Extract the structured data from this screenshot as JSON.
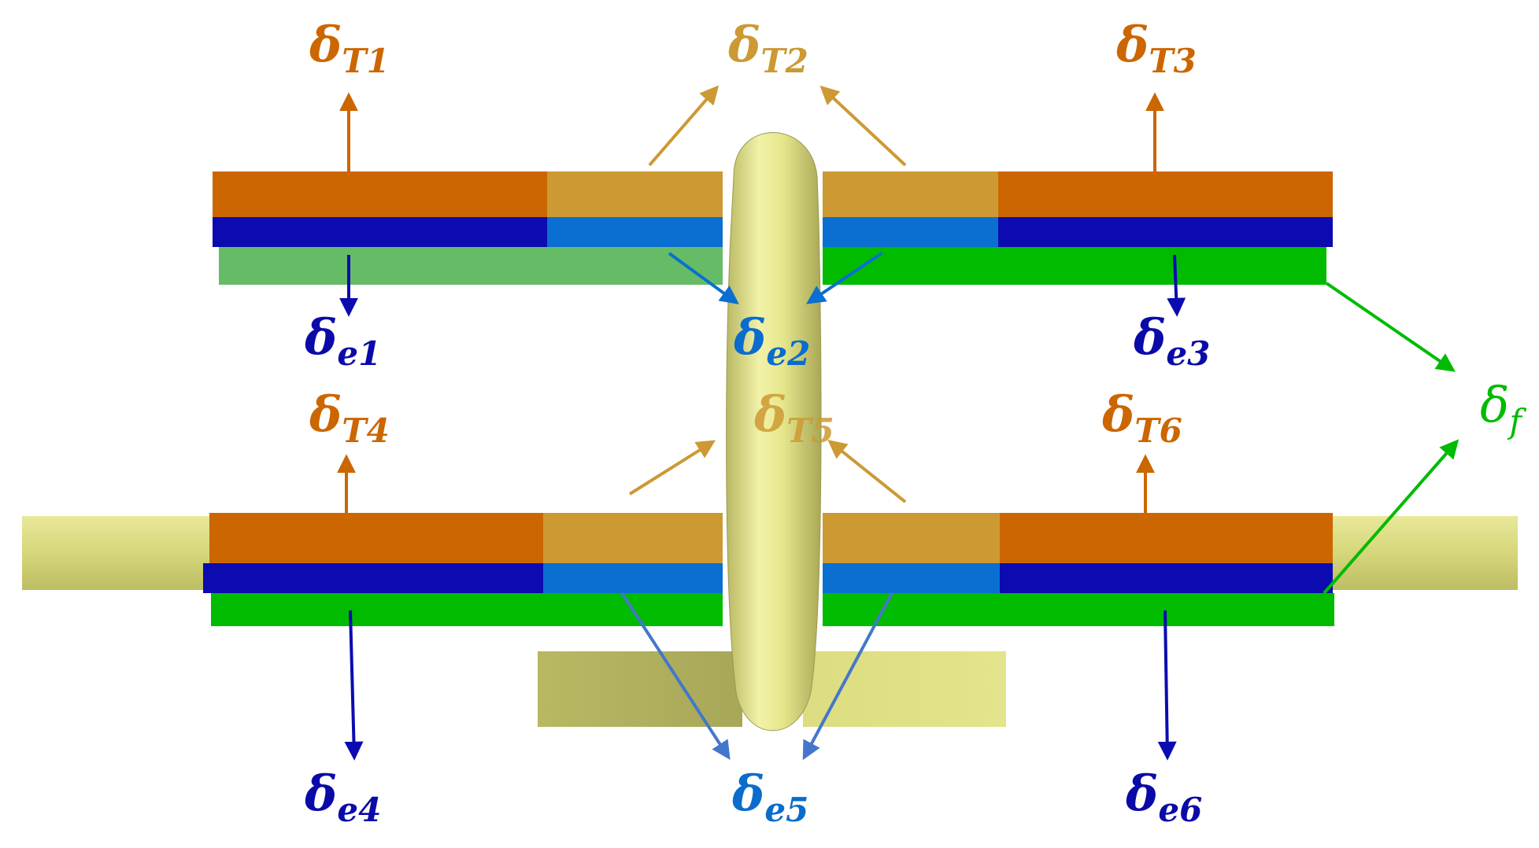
{
  "colors": {
    "throttle_outer": "#CC6600",
    "throttle_inner": "#CC9933",
    "elevator_outer": "#0B0BB0",
    "elevator_inner": "#0A6FD0",
    "flap_bright": "#00BB00",
    "flap_pale": "#66BB66",
    "fuselage": "#E6E68A",
    "fuselage_shade": "#B8B866",
    "boom": "#D6D67A",
    "arrow_elevator_inner": "#4477CC",
    "label_elevator_outer": "#0A0AA8",
    "label_elevator_inner": "#0A6CCC"
  },
  "labels": {
    "T1": {
      "delta": "δ",
      "sub": "T1"
    },
    "T2": {
      "delta": "δ",
      "sub": "T2"
    },
    "T3": {
      "delta": "δ",
      "sub": "T3"
    },
    "T4": {
      "delta": "δ",
      "sub": "T4"
    },
    "T5": {
      "delta": "δ",
      "sub": "T5"
    },
    "T6": {
      "delta": "δ",
      "sub": "T6"
    },
    "e1": {
      "delta": "δ",
      "sub": "e1"
    },
    "e2": {
      "delta": "δ",
      "sub": "e2"
    },
    "e3": {
      "delta": "δ",
      "sub": "e3"
    },
    "e4": {
      "delta": "δ",
      "sub": "e4"
    },
    "e5": {
      "delta": "δ",
      "sub": "e5"
    },
    "e6": {
      "delta": "δ",
      "sub": "e6"
    },
    "f": {
      "delta": "δ",
      "sub": "f"
    }
  }
}
